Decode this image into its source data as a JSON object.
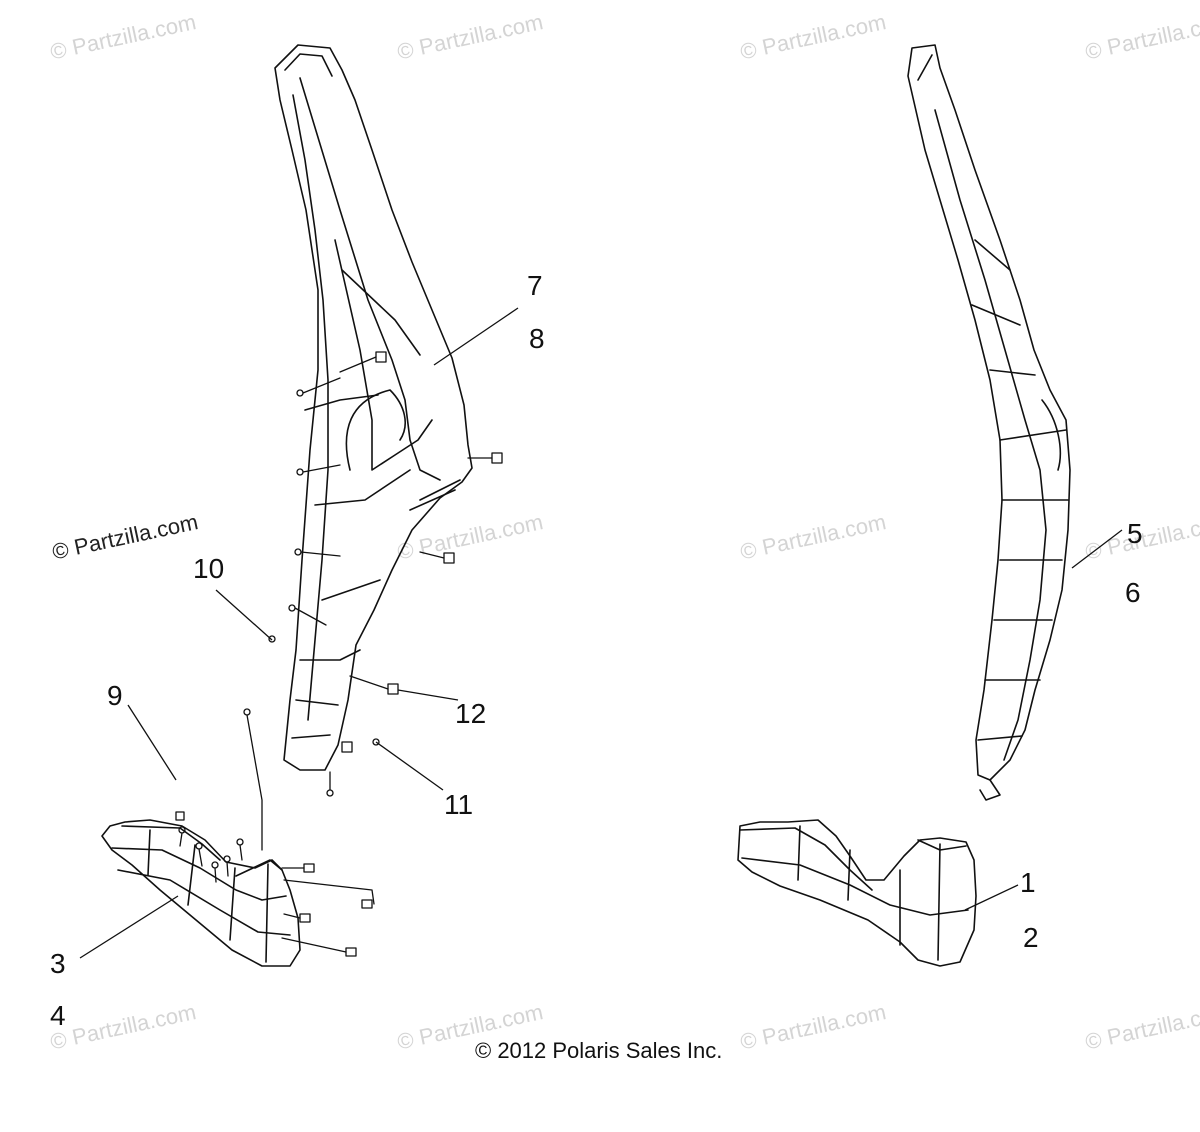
{
  "watermark": {
    "text": "© Partzilla.com",
    "color": "#d4d4d4",
    "strong_color": "#222222"
  },
  "callouts": {
    "c1": "1",
    "c2": "2",
    "c3": "3",
    "c4": "4",
    "c5": "5",
    "c6": "6",
    "c7": "7",
    "c8": "8",
    "c9": "9",
    "c10": "10",
    "c11": "11",
    "c12": "12"
  },
  "copyright": "© 2012 Polaris Sales Inc."
}
